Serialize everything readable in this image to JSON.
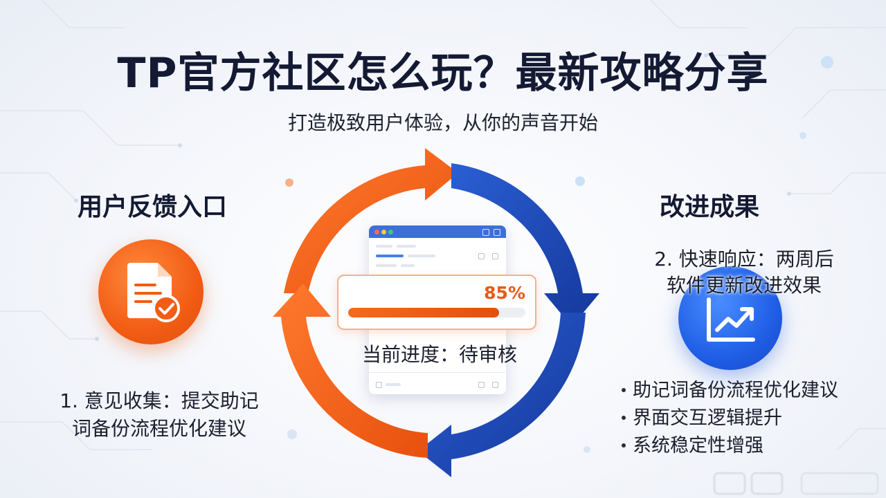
{
  "header": {
    "title": "TP官方社区怎么玩？最新攻略分享",
    "subtitle": "打造极致用户体验，从你的声音开始"
  },
  "left_section": {
    "heading": "用户反馈入口",
    "icon": "document-check-icon",
    "step_line1": "1. 意见收集：提交助记",
    "step_line2": "词备份流程优化建议"
  },
  "center": {
    "progress_label": "85%",
    "progress_fraction": 0.85,
    "status": "当前进度：待审核",
    "arrow_colors": {
      "orange": "#f05a14",
      "blue": "#1d47b8"
    }
  },
  "right_section": {
    "heading": "改进成果",
    "step_line1": "2. 快速响应：两周后",
    "step_line2": "软件更新改进效果",
    "icon": "trend-chart-icon",
    "bullets": [
      "助记词备份流程优化建议",
      "界面交互逻辑提升",
      "系统稳定性增强"
    ]
  },
  "colors": {
    "accent_orange": "#f25c14",
    "accent_blue": "#1f5ee6",
    "title": "#141a33"
  }
}
